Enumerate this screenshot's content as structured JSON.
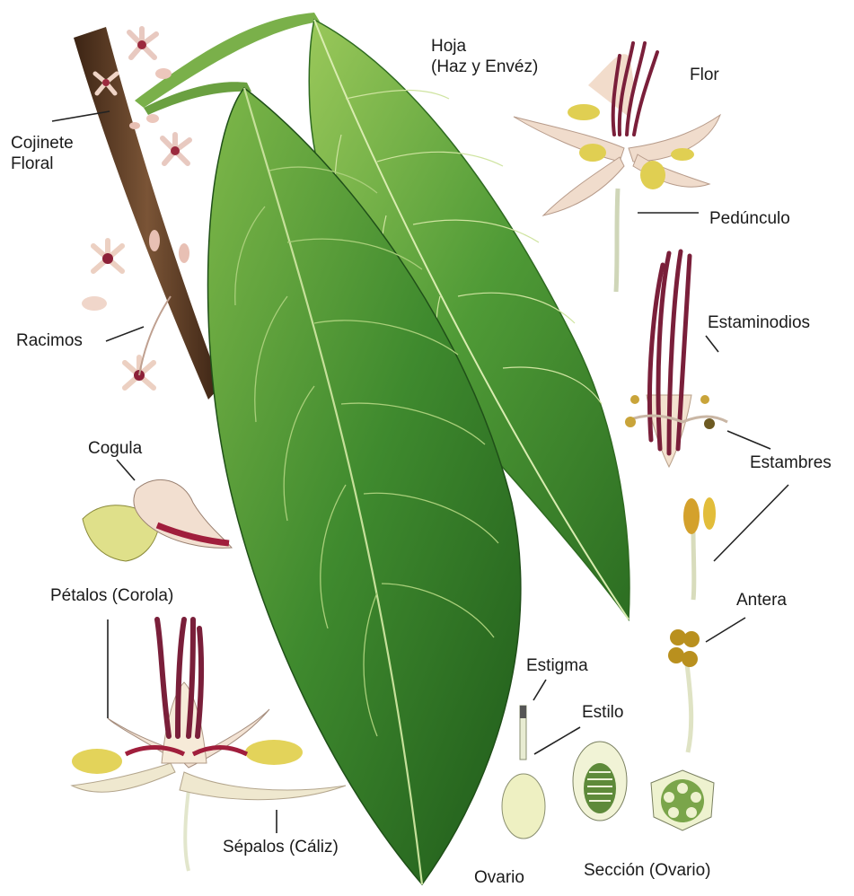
{
  "labels": {
    "hoja": "Hoja\n(Haz y Envéz)",
    "flor": "Flor",
    "cojinete": "Cojinete\nFloral",
    "pedunculo": "Pedúnculo",
    "estaminodios": "Estaminodios",
    "racimos": "Racimos",
    "cogula": "Cogula",
    "estambres": "Estambres",
    "petalos": "Pétalos (Corola)",
    "antera": "Antera",
    "estigma": "Estigma",
    "estilo": "Estilo",
    "sepalos": "Sépalos (Cáliz)",
    "ovario": "Ovario",
    "seccion": "Sección (Ovario)"
  },
  "colors": {
    "leaf": "#3f8a2e",
    "leaf_light": "#8cbf4a",
    "branch": "#5a3a24",
    "petal": "#f3dcc8",
    "sepal_yellow": "#e6dc6a",
    "staminode": "#7a1f3a"
  }
}
